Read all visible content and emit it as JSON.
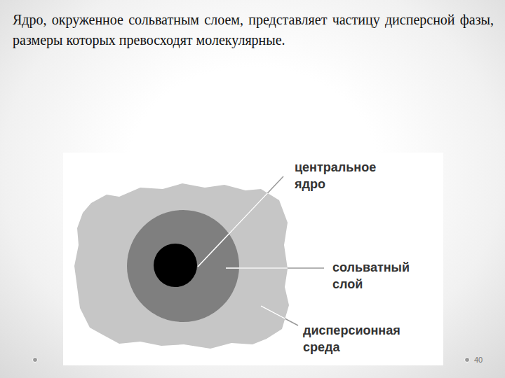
{
  "diagram": {
    "title": "Ядро, окруженное сольватным слоем, представляет частицу дисперсной фазы, размеры которых превосходят молекулярные.",
    "labels": [
      "центральное ядро",
      "сольватный слой",
      "дисперсионная среда",
      "40"
    ]
  }
}
